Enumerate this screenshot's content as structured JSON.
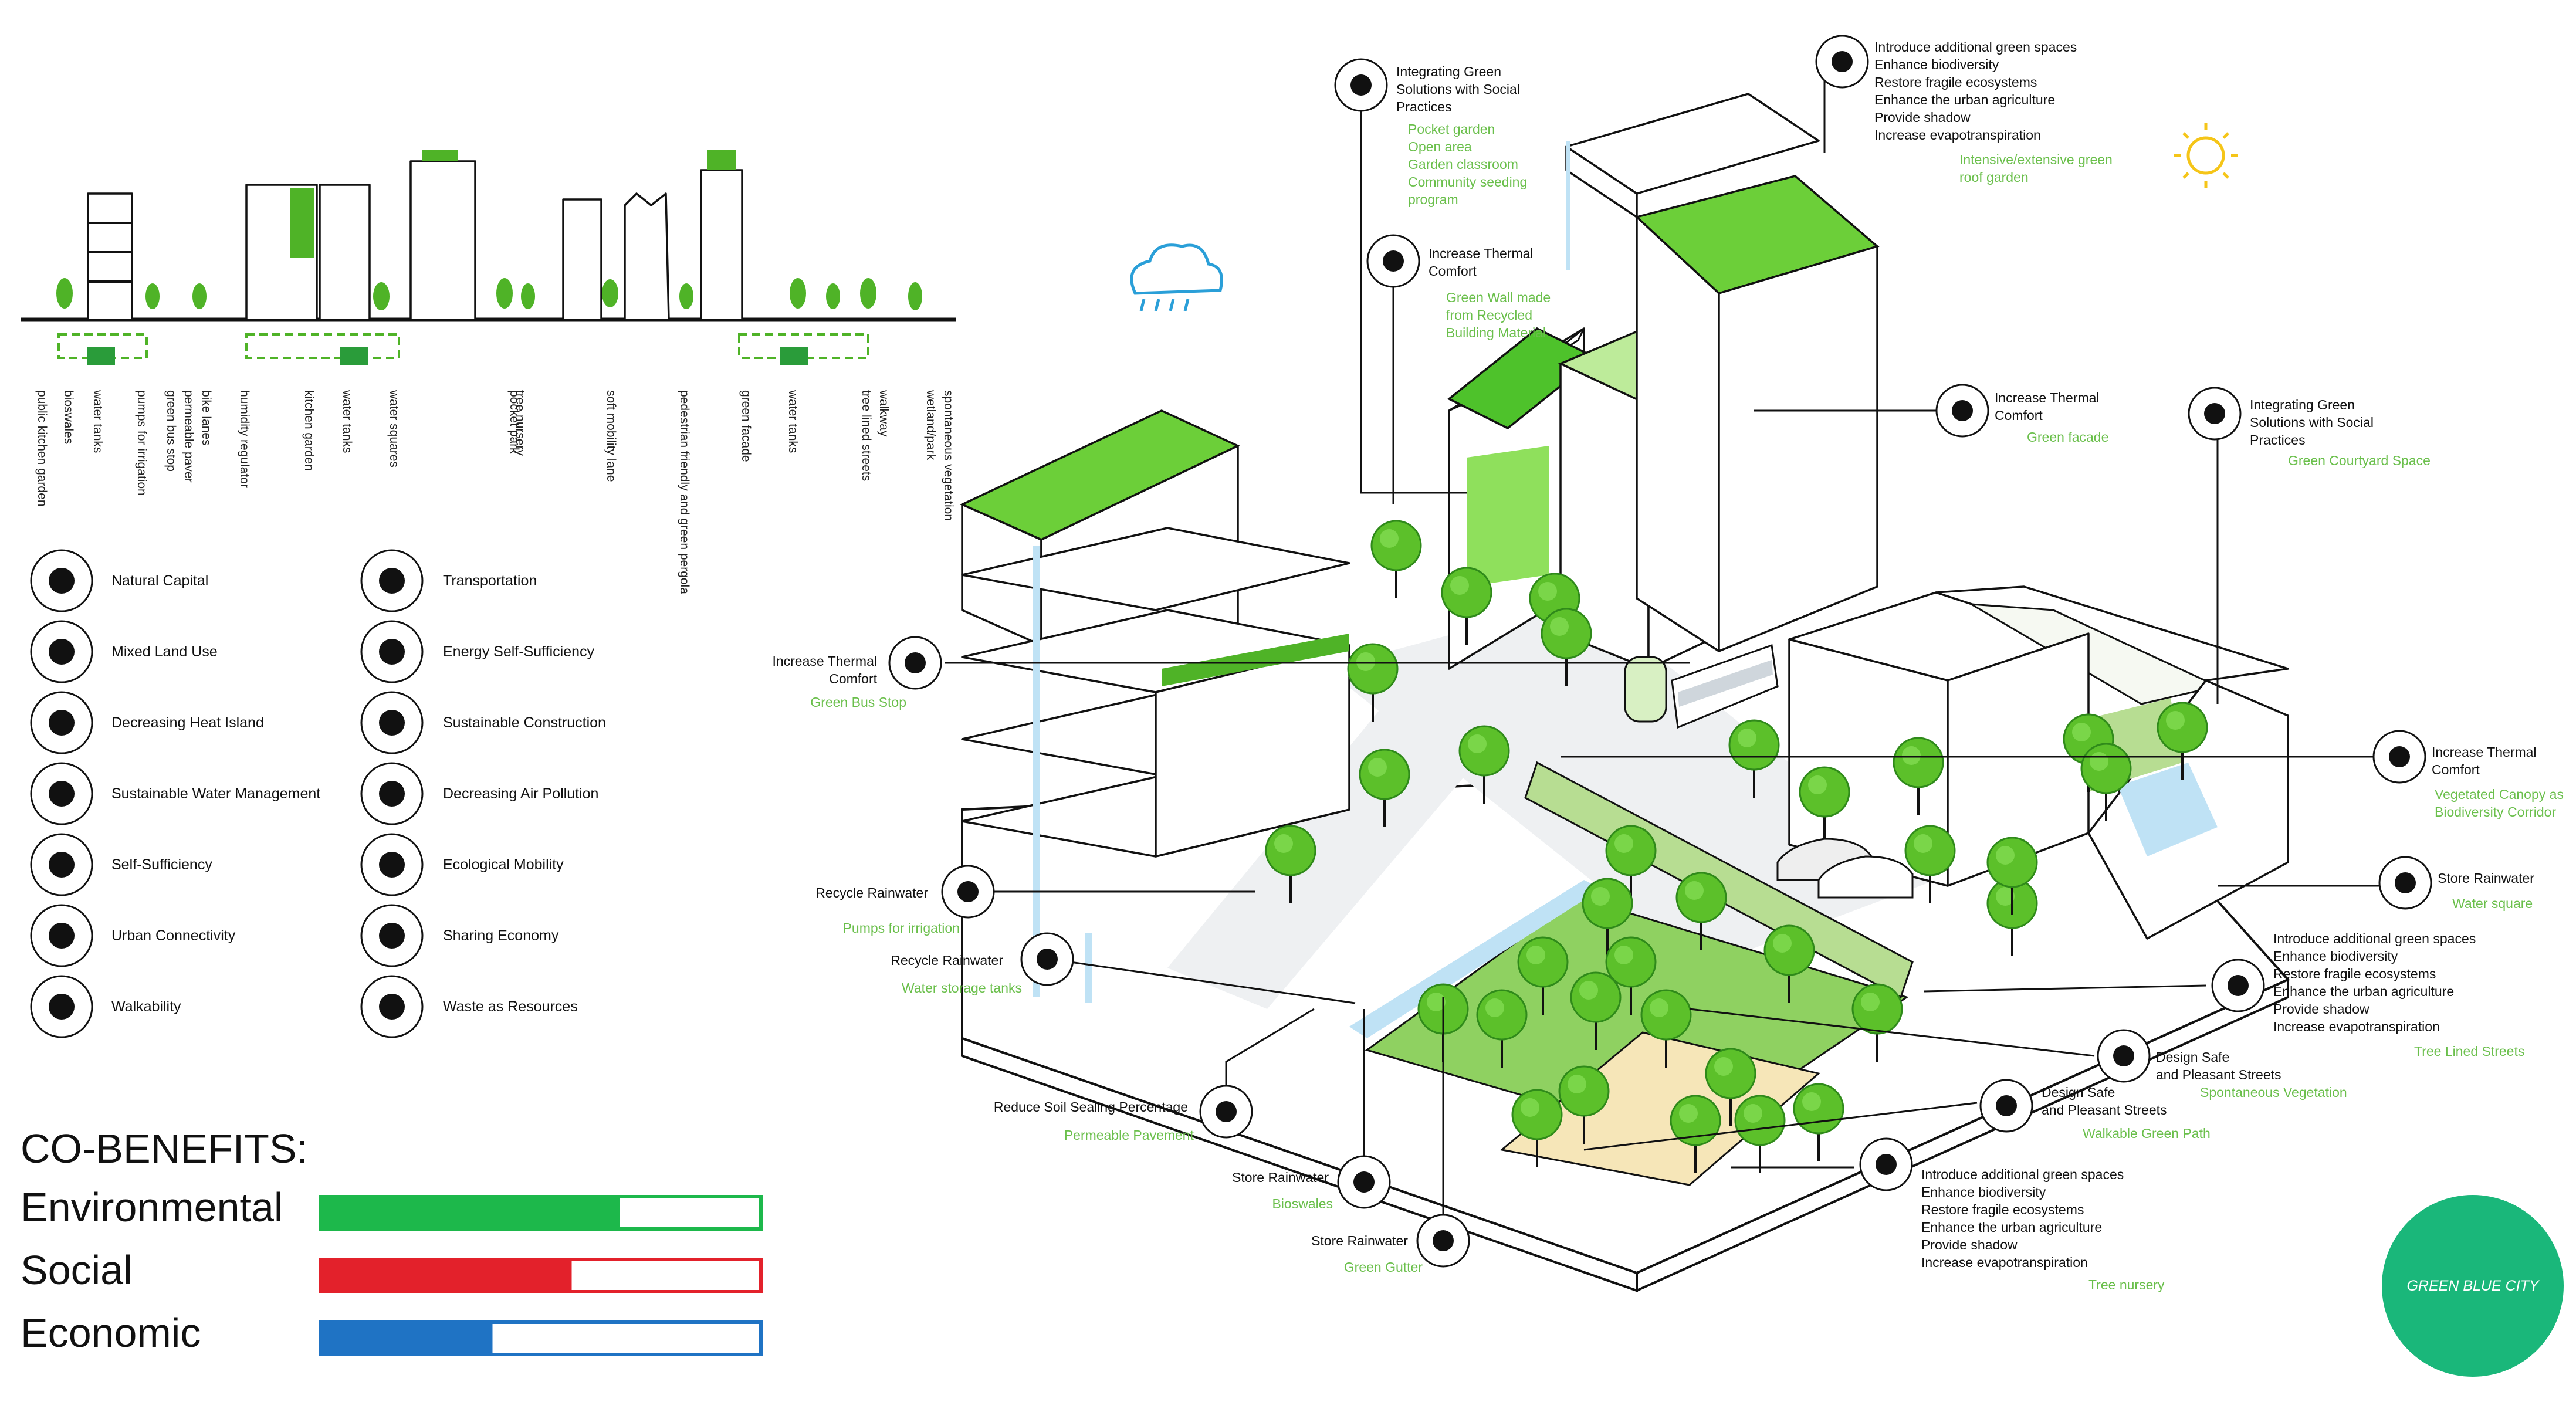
{
  "skyline": {
    "vertical_labels": [
      "public kitchen garden",
      "bioswales",
      "water tanks",
      "pumps for irrigation",
      "green bus stop",
      "permeable paver",
      "bike lanes",
      "humidity regulator",
      "kitchen garden",
      "water tanks",
      "water squares",
      "pocket park",
      "tree nursery",
      "soft mobility lane",
      "pedestrian friendly and green pergola",
      "green facade",
      "water tanks",
      "tree lined streets",
      "walkway",
      "wetland/park",
      "spontaneous vegetation"
    ]
  },
  "legend": {
    "left": [
      {
        "icon": "natural-capital-icon",
        "label": "Natural Capital"
      },
      {
        "icon": "mixed-land-use-icon",
        "label": "Mixed Land Use"
      },
      {
        "icon": "heat-island-icon",
        "label": "Decreasing Heat Island"
      },
      {
        "icon": "water-management-icon",
        "label": "Sustainable Water Management"
      },
      {
        "icon": "self-sufficiency-icon",
        "label": "Self-Sufficiency"
      },
      {
        "icon": "urban-connectivity-icon",
        "label": "Urban Connectivity"
      },
      {
        "icon": "walkability-icon",
        "label": "Walkability"
      }
    ],
    "right": [
      {
        "icon": "transportation-icon",
        "label": "Transportation"
      },
      {
        "icon": "energy-icon",
        "label": "Energy Self-Sufficiency"
      },
      {
        "icon": "sustainable-construction-icon",
        "label": "Sustainable Construction"
      },
      {
        "icon": "air-pollution-icon",
        "label": "Decreasing Air Pollution"
      },
      {
        "icon": "ecological-mobility-icon",
        "label": "Ecological Mobility"
      },
      {
        "icon": "sharing-economy-icon",
        "label": "Sharing Economy"
      },
      {
        "icon": "waste-resources-icon",
        "label": "Waste as Resources"
      }
    ]
  },
  "cobenefits": {
    "title": "CO-BENEFITS:",
    "bars": [
      {
        "label": "Environmental",
        "value": 0.68,
        "color": "#1db84b"
      },
      {
        "label": "Social",
        "value": 0.57,
        "color": "#e3212b"
      },
      {
        "label": "Economic",
        "value": 0.39,
        "color": "#1f73c4"
      }
    ]
  },
  "callouts": {
    "c1": {
      "title": [
        "Integrating Green",
        "Solutions with Social",
        "Practices"
      ],
      "green": [
        "Pocket garden",
        "Open area",
        "Garden classroom",
        "Community seeding",
        "program"
      ]
    },
    "c2": {
      "title": [
        "Introduce additional green spaces",
        "Enhance biodiversity",
        "Restore fragile ecosystems",
        "Enhance the urban agriculture",
        "Provide shadow",
        "Increase evapotranspiration"
      ],
      "green": [
        "Intensive/extensive green",
        "roof garden"
      ]
    },
    "c3": {
      "title": [
        "Increase Thermal",
        "Comfort"
      ],
      "green": [
        "Green Wall made",
        "from Recycled",
        "Building Material"
      ]
    },
    "c4": {
      "title": [
        "Increase Thermal",
        "Comfort"
      ],
      "green": [
        "Green facade"
      ]
    },
    "c5": {
      "title": [
        "Integrating Green",
        "Solutions with Social",
        "Practices"
      ],
      "green": [
        "Green Courtyard Space"
      ]
    },
    "c6": {
      "title": [
        "Increase Thermal",
        "Comfort"
      ],
      "green": [
        "Green Bus Stop"
      ]
    },
    "c7": {
      "title": [
        "Increase Thermal",
        "Comfort"
      ],
      "green": [
        "Vegetated Canopy as",
        "Biodiversity Corridor"
      ]
    },
    "c8": {
      "title": [
        "Recycle Rainwater"
      ],
      "green": [
        "Pumps for irrigation"
      ]
    },
    "c9": {
      "title": [
        "Recycle Rainwater"
      ],
      "green": [
        "Water storage tanks"
      ]
    },
    "c10": {
      "title": [
        "Store Rainwater"
      ],
      "green": [
        "Water square"
      ]
    },
    "c11": {
      "title": [
        "Introduce additional green spaces",
        "Enhance biodiversity",
        "Restore fragile ecosystems",
        "Enhance the urban agriculture",
        "Provide shadow",
        "Increase evapotranspiration"
      ],
      "green": [
        "Tree Lined Streets"
      ]
    },
    "c12": {
      "title": [
        "Design Safe",
        "and Pleasant Streets"
      ],
      "green": [
        "Spontaneous Vegetation"
      ]
    },
    "c13": {
      "title": [
        "Design Safe",
        "and Pleasant Streets"
      ],
      "green": [
        "Walkable Green Path"
      ]
    },
    "c14": {
      "title": [
        "Reduce Soil Sealing Percentage"
      ],
      "green": [
        "Permeable Pavement"
      ]
    },
    "c15": {
      "title": [
        "Store Rainwater"
      ],
      "green": [
        "Bioswales"
      ]
    },
    "c16": {
      "title": [
        "Store Rainwater"
      ],
      "green": [
        "Green Gutter"
      ]
    },
    "c17": {
      "title": [
        "Introduce additional green spaces",
        "Enhance biodiversity",
        "Restore fragile ecosystems",
        "Enhance the urban agriculture",
        "Provide shadow",
        "Increase evapotranspiration"
      ],
      "green": [
        "Tree nursery"
      ]
    }
  },
  "badge": {
    "text": "GREEN BLUE CITY",
    "color": "#1ab77a"
  }
}
